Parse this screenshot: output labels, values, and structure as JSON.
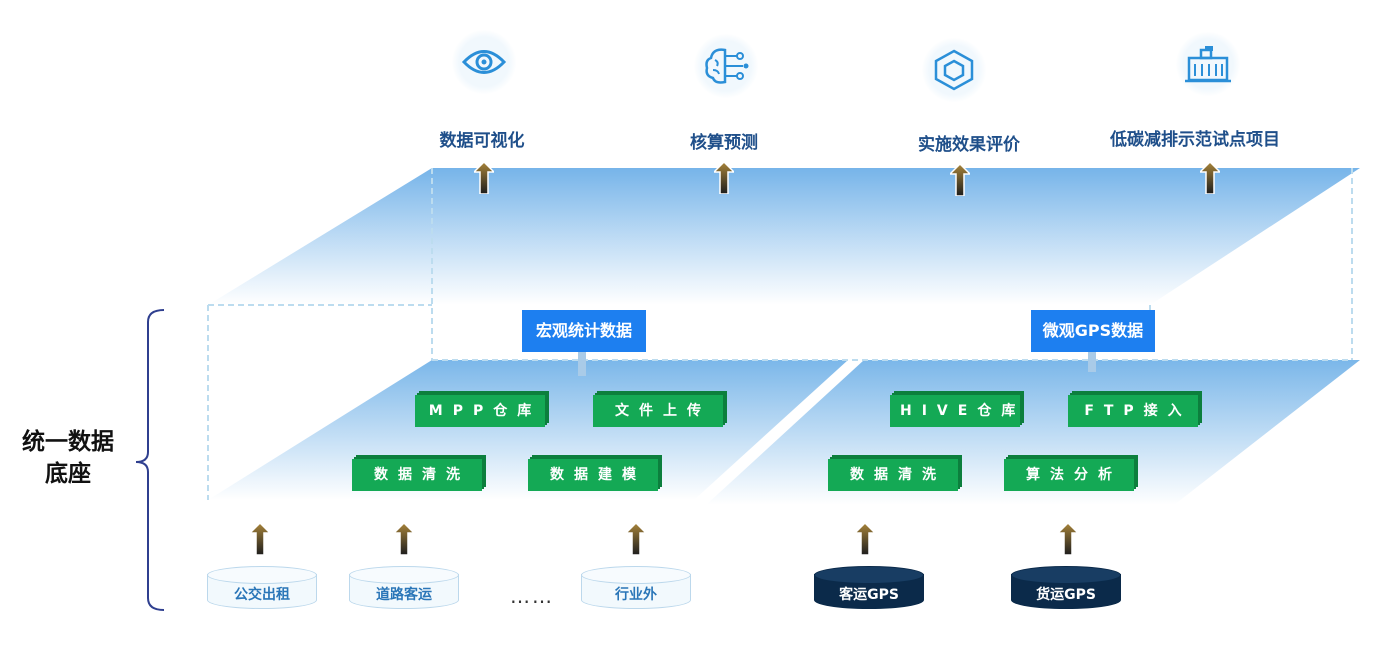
{
  "top_outputs": [
    {
      "label": "数据可视化",
      "icon": "eye-icon"
    },
    {
      "label": "核算预测",
      "icon": "brain-circuit-icon"
    },
    {
      "label": "实施效果评价",
      "icon": "cube-icon"
    },
    {
      "label": "低碳减排示范试点项目",
      "icon": "factory-building-icon"
    }
  ],
  "side_label": {
    "line1": "统一数据",
    "line2": "底座"
  },
  "groups": {
    "macro": {
      "title": "宏观统计数据",
      "row1": [
        "MPP仓库",
        "文件上传"
      ],
      "row2": [
        "数据清洗",
        "数据建模"
      ]
    },
    "micro": {
      "title": "微观GPS数据",
      "row1": [
        "HIVE仓库",
        "FTP接入"
      ],
      "row2": [
        "数据清洗",
        "算法分析"
      ]
    }
  },
  "sources": [
    {
      "label": "公交出租",
      "style": "light"
    },
    {
      "label": "道路客运",
      "style": "light"
    },
    {
      "label": "行业外",
      "style": "light"
    },
    {
      "label": "客运GPS",
      "style": "dark"
    },
    {
      "label": "货运GPS",
      "style": "dark"
    }
  ],
  "ellipsis": "……",
  "colors": {
    "title_text": "#1f4f8a",
    "tag_blue": "#1d7ff0",
    "box_green": "#14a955",
    "box_green_side": "#0c7f3d",
    "source_dark": "#0b2a4a",
    "icon_blue": "#2b8fd8",
    "arrow_gold": "#8a6a2a"
  }
}
